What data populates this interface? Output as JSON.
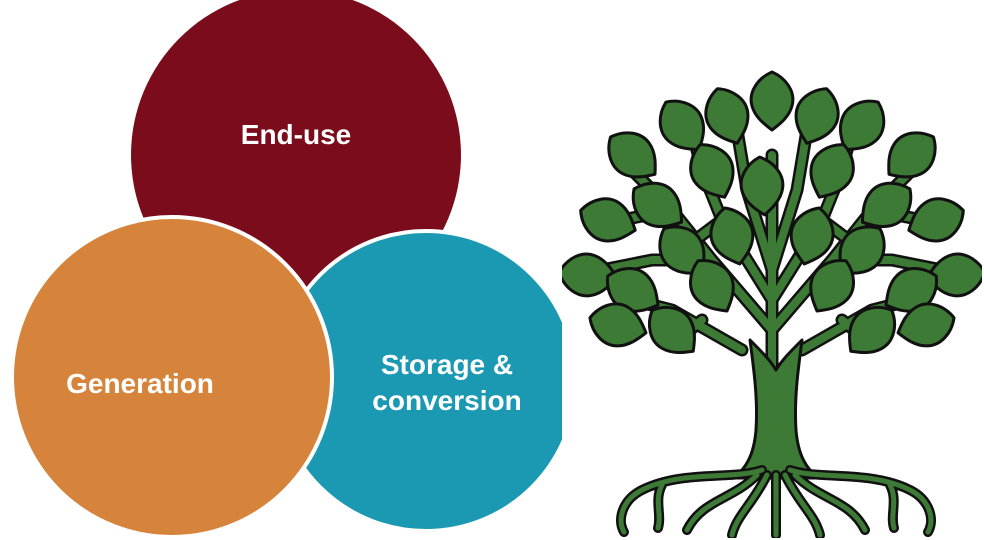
{
  "diagram": {
    "circles": [
      {
        "id": "end-use",
        "label": "End-use",
        "color": "#7a0c1c"
      },
      {
        "id": "storage",
        "label_lines": [
          "Storage &",
          "conversion"
        ],
        "color": "#1c99b2"
      },
      {
        "id": "generation",
        "label": "Generation",
        "color": "#d6843c"
      }
    ],
    "tree": {
      "icon": "tree-icon",
      "leaf_color": "#3d7a35",
      "trunk_color": "#3d7a35",
      "outline_color": "#111111"
    }
  }
}
